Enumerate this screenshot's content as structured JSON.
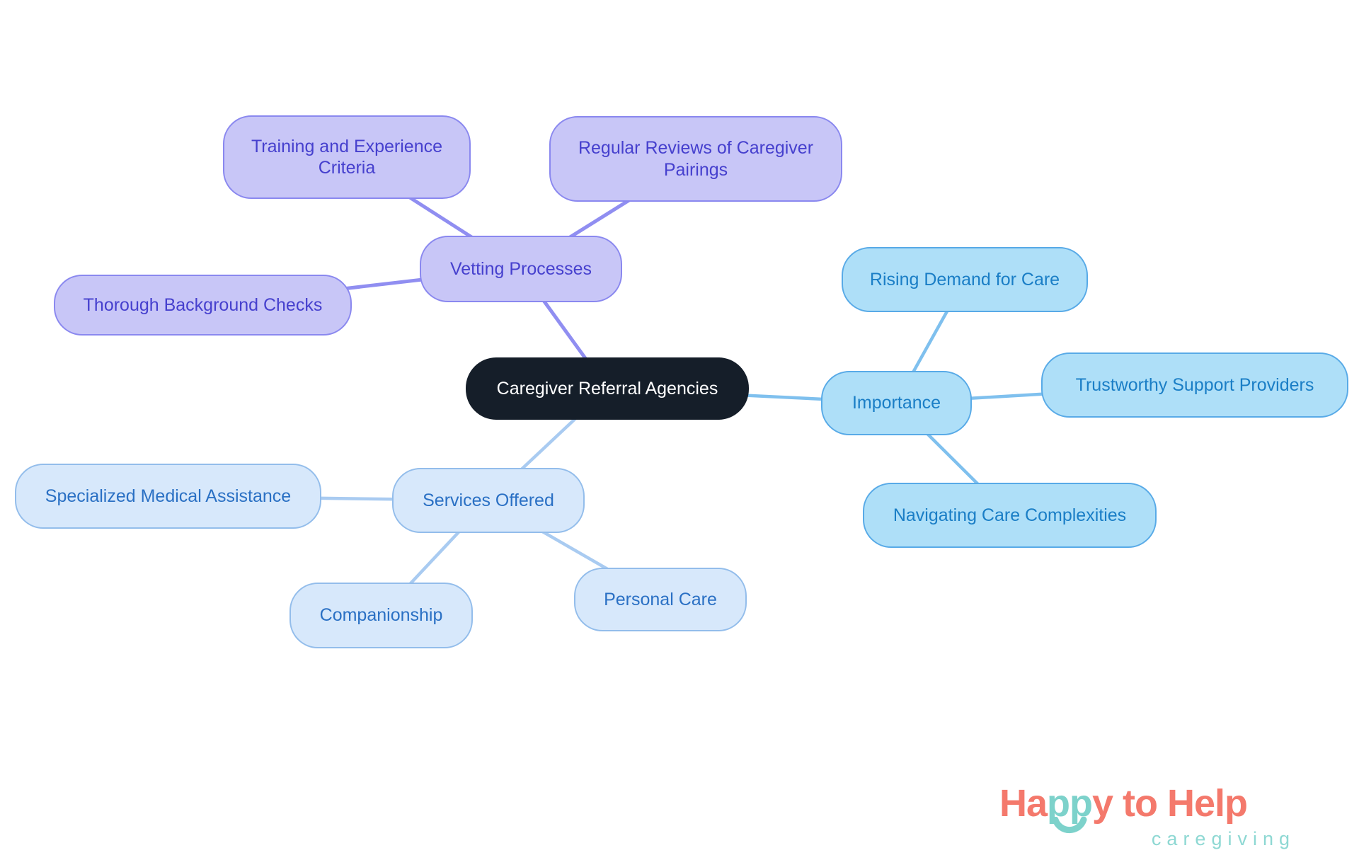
{
  "mindmap": {
    "central": {
      "label": "Caregiver Referral Agencies"
    },
    "branches": [
      {
        "id": "vetting",
        "label": "Vetting Processes",
        "children": [
          {
            "id": "training",
            "label": "Training and Experience Criteria"
          },
          {
            "id": "regular",
            "label": "Regular Reviews of Caregiver Pairings"
          },
          {
            "id": "thorough",
            "label": "Thorough Background Checks"
          }
        ]
      },
      {
        "id": "importance",
        "label": "Importance",
        "children": [
          {
            "id": "rising",
            "label": "Rising Demand for Care"
          },
          {
            "id": "trustworthy",
            "label": "Trustworthy Support Providers"
          },
          {
            "id": "navigating",
            "label": "Navigating Care Complexities"
          }
        ]
      },
      {
        "id": "services",
        "label": "Services Offered",
        "children": [
          {
            "id": "specialized",
            "label": "Specialized Medical Assistance"
          },
          {
            "id": "companionship",
            "label": "Companionship"
          },
          {
            "id": "personal",
            "label": "Personal Care"
          }
        ]
      }
    ]
  },
  "colors": {
    "background": "#ffffff",
    "central_fill": "#151e29",
    "central_text": "#ffffff",
    "vetting_fill": "#c8c6f7",
    "vetting_border": "#8a88ef",
    "vetting_text": "#4640ce",
    "vetting_line": "#908ef1",
    "importance_fill": "#aedff8",
    "importance_border": "#58aae7",
    "importance_text": "#1a7ec6",
    "importance_line": "#7fc0ee",
    "services_fill": "#d7e8fb",
    "services_border": "#93bdeb",
    "services_text": "#2a70c4",
    "services_line": "#a9cbf1",
    "logo_coral": "#f4796c",
    "logo_teal": "#7dd2cb",
    "logo_sub_teal": "#8ed8d3"
  },
  "logo": {
    "seg1": "Ha",
    "seg2": "pp",
    "seg3": "y to Help",
    "sub": "caregiving"
  }
}
